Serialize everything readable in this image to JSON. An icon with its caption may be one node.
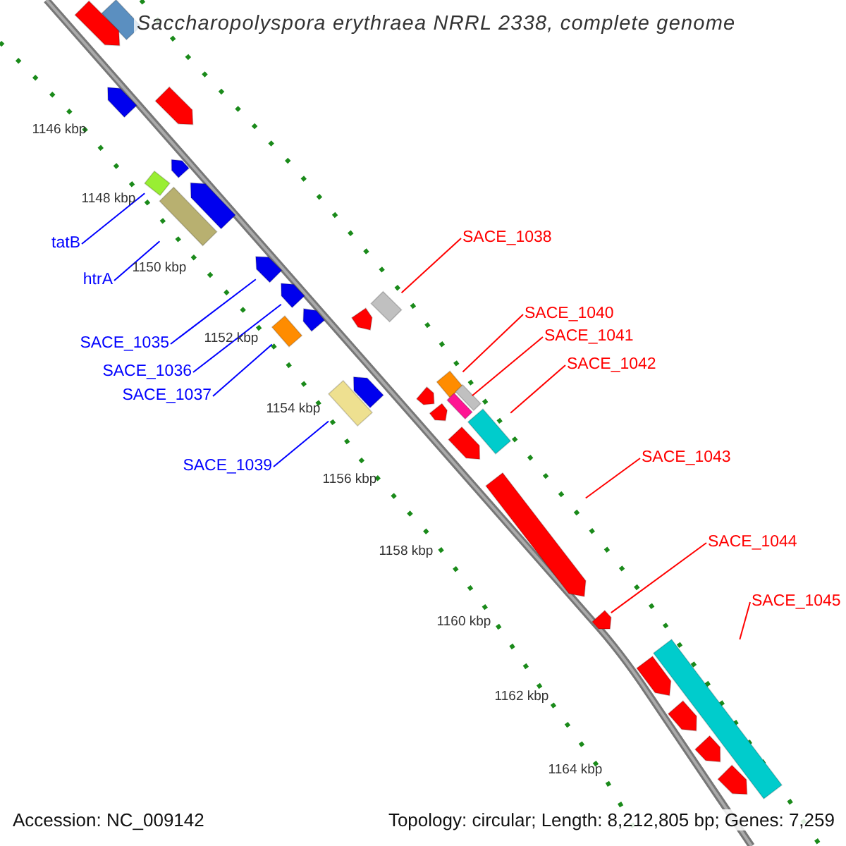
{
  "diagram": {
    "title": "Saccharopolyspora erythraea NRRL 2338, complete genome",
    "nodes": [
      {
        "text": [
          "tatB"
        ]
      },
      {
        "text": [
          "htrA"
        ]
      },
      {
        "text": [
          "SACE_1035"
        ]
      },
      {
        "text": [
          "SACE_1036"
        ]
      },
      {
        "text": [
          "SACE_1037"
        ]
      },
      {
        "text": [
          "SACE_1039"
        ]
      },
      {
        "text": [
          "SACE_1038"
        ]
      },
      {
        "text": [
          "SACE_1040"
        ]
      },
      {
        "text": [
          "SACE_1041"
        ]
      },
      {
        "text": [
          "SACE_1042"
        ]
      },
      {
        "text": [
          "SACE_1043"
        ]
      },
      {
        "text": [
          "SACE_1044"
        ]
      },
      {
        "text": [
          "SACE_1045"
        ]
      },
      {
        "text": [],
        "shape": "box"
      },
      {
        "text": [],
        "shape": "arrow"
      },
      {
        "text": [],
        "shape": "arrow"
      },
      {
        "text": [],
        "shape": "arrow"
      },
      {
        "text": [],
        "shape": "arrow"
      },
      {
        "text": [],
        "shape": "box"
      },
      {
        "text": [],
        "shape": "arrow"
      },
      {
        "text": [],
        "shape": "box"
      },
      {
        "text": [],
        "shape": "arrow"
      },
      {
        "text": [],
        "shape": "arrow"
      },
      {
        "text": [],
        "shape": "box"
      },
      {
        "text": [],
        "shape": "arrow"
      },
      {
        "text": [],
        "shape": "arrow"
      },
      {
        "text": [],
        "shape": "box"
      },
      {
        "text": [],
        "shape": "box"
      },
      {
        "text": [],
        "shape": "arrow"
      },
      {
        "text": [],
        "shape": "box"
      },
      {
        "text": [],
        "shape": "arrow"
      },
      {
        "text": [],
        "shape": "box"
      },
      {
        "text": [],
        "shape": "box"
      },
      {
        "text": [],
        "shape": "arrow"
      },
      {
        "text": [],
        "shape": "box"
      },
      {
        "text": [],
        "shape": "arrow"
      },
      {
        "text": [],
        "shape": "arrow"
      },
      {
        "text": [],
        "shape": "arrow"
      },
      {
        "text": [],
        "shape": "box"
      },
      {
        "text": [],
        "shape": "arrow"
      },
      {
        "text": [],
        "shape": "arrow"
      },
      {
        "text": [],
        "shape": "arrow"
      },
      {
        "text": [],
        "shape": "arrow"
      }
    ],
    "edges": [
      {
        "from": 0,
        "to": 18,
        "arrow": "none",
        "color": "#0000ff"
      },
      {
        "from": 1,
        "to": 20,
        "arrow": "none",
        "color": "#0000ff"
      },
      {
        "from": 2,
        "to": 21,
        "arrow": "none",
        "color": "#0000ff"
      },
      {
        "from": 3,
        "to": 22,
        "arrow": "none",
        "color": "#0000ff"
      },
      {
        "from": 4,
        "to": 26,
        "arrow": "none",
        "color": "#0000ff"
      },
      {
        "from": 5,
        "to": 29,
        "arrow": "none",
        "color": "#0000ff"
      },
      {
        "from": 6,
        "to": 23,
        "arrow": "none"
      },
      {
        "from": 7,
        "to": 27,
        "arrow": "none"
      },
      {
        "from": 8,
        "to": 32,
        "arrow": "none"
      },
      {
        "from": 9,
        "to": 34,
        "arrow": "none"
      },
      {
        "from": 10,
        "to": 36,
        "arrow": "none"
      },
      {
        "from": 11,
        "to": 37,
        "arrow": "none"
      },
      {
        "from": 12,
        "to": 38,
        "arrow": "none"
      }
    ],
    "labels": [
      "1146 kbp",
      "1148 kbp",
      "1150 kbp",
      "1152 kbp",
      "1154 kbp",
      "1156 kbp",
      "1158 kbp",
      "1160 kbp",
      "1162 kbp",
      "1164 kbp",
      "Accession: NC_009142",
      "Topology: circular; Length: 8,212,805 bp; Genes: 7,259"
    ]
  }
}
